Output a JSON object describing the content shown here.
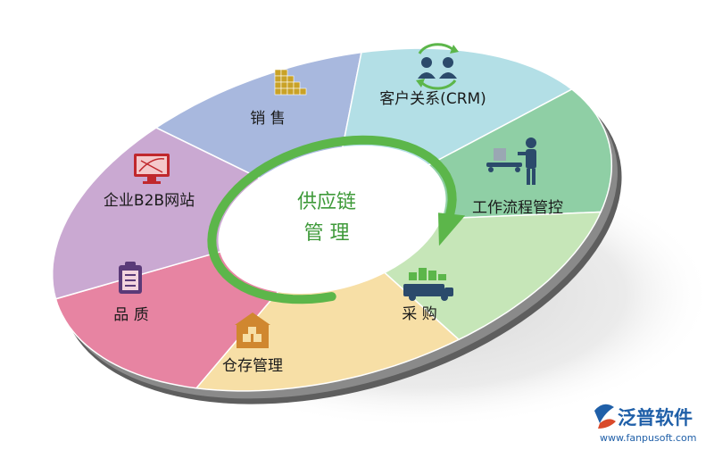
{
  "diagram": {
    "center": {
      "line1": "供应链",
      "line2": "管 理"
    },
    "segments": [
      {
        "id": "sales",
        "label": "销 售",
        "color": "#a8b8de",
        "icon": "boxes-stack-icon"
      },
      {
        "id": "crm",
        "label": "客户关系(CRM)",
        "color": "#b3dfe6",
        "icon": "people-exchange-icon"
      },
      {
        "id": "workflow",
        "label": "工作流程管控",
        "color": "#8fcfa5",
        "icon": "worker-conveyor-icon"
      },
      {
        "id": "purchase",
        "label": "采 购",
        "color": "#c6e6b8",
        "icon": "delivery-truck-icon"
      },
      {
        "id": "warehouse",
        "label": "仓存管理",
        "color": "#f7dfa6",
        "icon": "warehouse-icon"
      },
      {
        "id": "quality",
        "label": "品 质",
        "color": "#e784a2",
        "icon": "clipboard-checklist-icon"
      },
      {
        "id": "b2b",
        "label": "企业B2B网站",
        "color": "#caa9d2",
        "icon": "monitor-globe-icon"
      }
    ],
    "colors": {
      "ring": "#5cb64a",
      "shadow": "#d4d4d4",
      "icon_sales": "#c9a227",
      "icon_other": "#2b4a6b",
      "icon_warehouse": "#d0872f",
      "icon_quality": "#5a3a78",
      "icon_b2b": "#c0282d"
    }
  },
  "brand": {
    "name": "泛普软件",
    "url": "www.fanpusoft.com",
    "logo_icon": "fanpu-logo-icon"
  }
}
